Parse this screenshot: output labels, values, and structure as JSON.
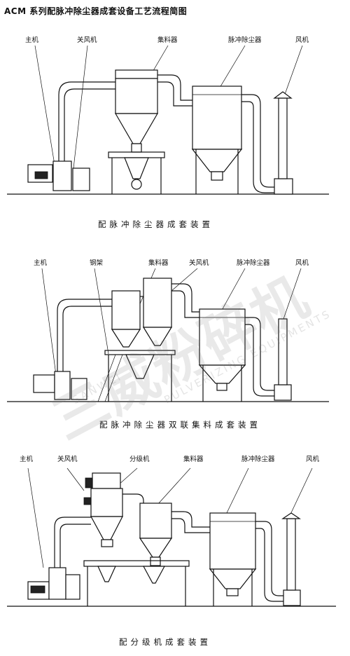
{
  "title": "ACM 系列配脉冲除尘器成套设备工艺流程简图",
  "panels": [
    {
      "labels": {
        "main_machine": "主机",
        "fan": "关风机",
        "collector": "集料器",
        "pulse": "脉冲除尘器",
        "blower": "风机"
      },
      "caption": "配脉冲除尘器成套装置"
    },
    {
      "labels": {
        "main_machine": "主机",
        "steel_frame": "钢架",
        "collector": "集料器",
        "fan": "关风机",
        "pulse": "脉冲除尘器",
        "blower": "风机"
      },
      "caption": "配脉冲除尘器双联集料成套装置"
    },
    {
      "labels": {
        "main_machine": "主机",
        "fan": "关风机",
        "classifier": "分级机",
        "collector": "集料器",
        "pulse": "脉冲除尘器",
        "blower": "风机"
      },
      "caption": "配分级机成套装置"
    }
  ],
  "watermark": {
    "main": "三威粉碎机",
    "sub1": "SANWEI",
    "sub2": "PULVERIZING EQUIPMENTS"
  }
}
